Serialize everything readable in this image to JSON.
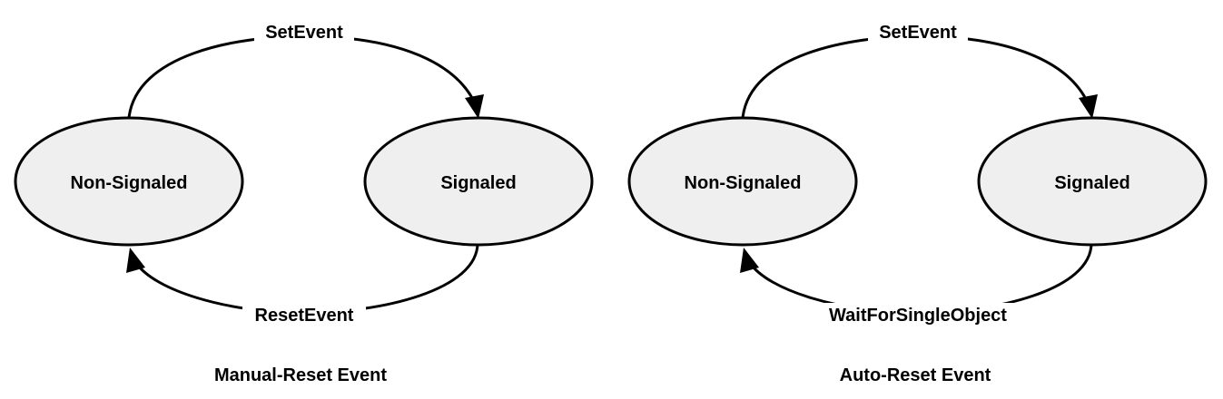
{
  "diagrams": [
    {
      "caption": "Manual-Reset Event",
      "states": {
        "left": "Non-Signaled",
        "right": "Signaled"
      },
      "transitions": {
        "top": "SetEvent",
        "bottom": "ResetEvent"
      }
    },
    {
      "caption": "Auto-Reset Event",
      "states": {
        "left": "Non-Signaled",
        "right": "Signaled"
      },
      "transitions": {
        "top": "SetEvent",
        "bottom": "WaitForSingleObject"
      }
    }
  ]
}
